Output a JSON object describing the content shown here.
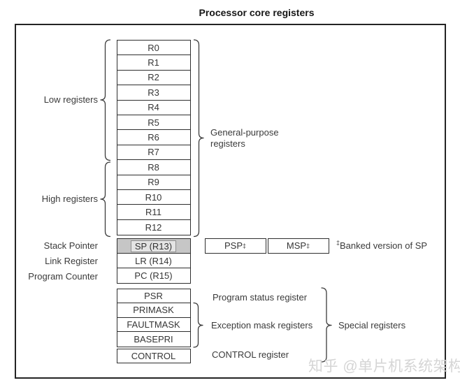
{
  "title": "Processor core registers",
  "left_labels": {
    "low": "Low registers",
    "high": "High registers",
    "stack_pointer": "Stack Pointer",
    "link_register": "Link Register",
    "program_counter": "Program Counter"
  },
  "right_labels": {
    "general_purpose": "General-purpose registers",
    "program_status": "Program status register",
    "exception_mask": "Exception mask registers",
    "control": "CONTROL register",
    "special": "Special registers"
  },
  "registers": {
    "general": [
      "R0",
      "R1",
      "R2",
      "R3",
      "R4",
      "R5",
      "R6",
      "R7",
      "R8",
      "R9",
      "R10",
      "R11",
      "R12"
    ],
    "sp": "SP (R13)",
    "lr": "LR (R14)",
    "pc": "PC (R15)",
    "psp": "PSP",
    "msp": "MSP",
    "special": [
      "PSR",
      "PRIMASK",
      "FAULTMASK",
      "BASEPRI",
      "CONTROL"
    ]
  },
  "symbols": {
    "dagger": "‡"
  },
  "notes": {
    "banked": "Banked version of SP"
  },
  "watermark": "知乎 @单片机系统架构",
  "colors": {
    "line": "#2e2e2e",
    "text": "#3a3a3a",
    "sp_fill": "#c6c6c6",
    "sp_highlight": "#e4e4e4",
    "watermark": "#d5d5d5"
  }
}
